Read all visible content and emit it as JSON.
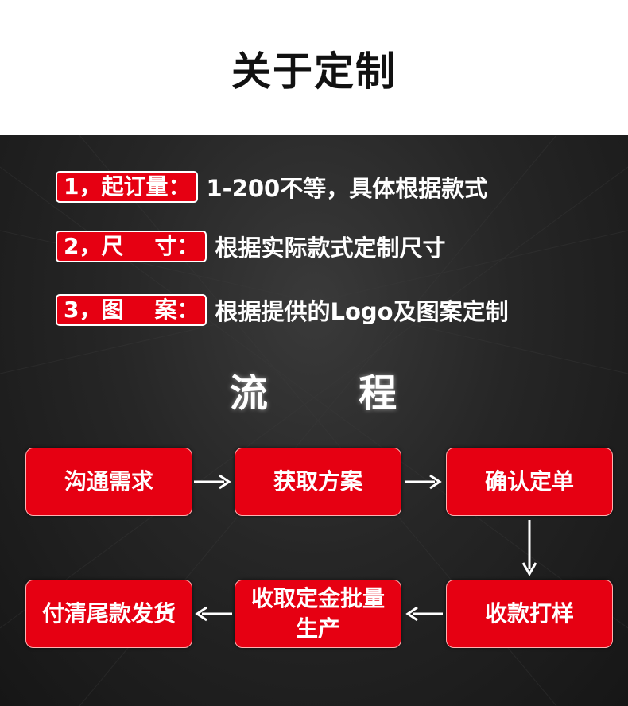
{
  "header": {
    "title": "关于定制"
  },
  "info": [
    {
      "tag": "1，起订量：",
      "text": "1-200不等，具体根据款式"
    },
    {
      "tag": "2，尺    寸：",
      "text": "根据实际款式定制尺寸"
    },
    {
      "tag": "3，图    案：",
      "text": "根据提供的Logo及图案定制"
    }
  ],
  "process": {
    "title": "流      程",
    "steps": [
      "沟通需求",
      "获取方案",
      "确认定单",
      "收款打样",
      "收取定金批量生产",
      "付清尾款发货"
    ]
  },
  "colors": {
    "accent": "#e60012",
    "panel": "#222222",
    "text": "#ffffff",
    "arrow": "#ffffff"
  }
}
